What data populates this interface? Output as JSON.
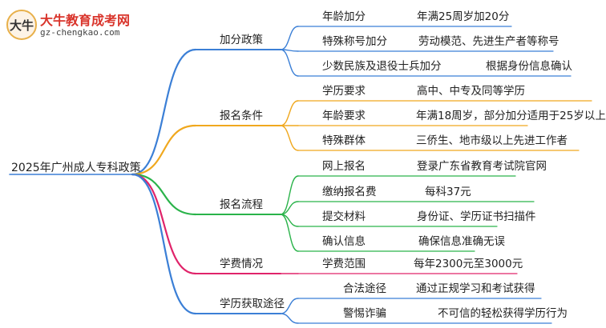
{
  "brand": {
    "title": "大牛教育成考网",
    "url": "gz-chengkao.com",
    "mark": "大牛"
  },
  "root": "2025年广州成人专科政策",
  "branches": [
    {
      "label": "加分政策",
      "color": "#3b7fd6",
      "items": [
        {
          "label": "年龄加分",
          "detail": "年满25周岁加20分"
        },
        {
          "label": "特殊称号加分",
          "detail": "劳动模范、先进生产者等称号"
        },
        {
          "label": "少数民族及退役士兵加分",
          "detail": "根据身份信息确认"
        }
      ]
    },
    {
      "label": "报名条件",
      "color": "#f0a81e",
      "items": [
        {
          "label": "学历要求",
          "detail": "高中、中专及同等学历"
        },
        {
          "label": "年龄要求",
          "detail": "年满18周岁，部分加分适用于25岁以上"
        },
        {
          "label": "特殊群体",
          "detail": "三侨生、地市级以上先进工作者"
        }
      ]
    },
    {
      "label": "报名流程",
      "color": "#2ab34a",
      "items": [
        {
          "label": "网上报名",
          "detail": "登录广东省教育考试院官网"
        },
        {
          "label": "缴纳报名费",
          "detail": "每科37元"
        },
        {
          "label": "提交材料",
          "detail": "身份证、学历证书扫描件"
        },
        {
          "label": "确认信息",
          "detail": "确保信息准确无误"
        }
      ]
    },
    {
      "label": "学费情况",
      "color": "#e0246a",
      "items": [
        {
          "label": "学费范围",
          "detail": "每年2300元至3000元"
        }
      ]
    },
    {
      "label": "学历获取途径",
      "color": "#3b7fd6",
      "items": [
        {
          "label": "合法途径",
          "detail": "通过正规学习和考试获得"
        },
        {
          "label": "警惕诈骗",
          "detail": "不可信的轻松获得学历行为"
        }
      ]
    }
  ]
}
